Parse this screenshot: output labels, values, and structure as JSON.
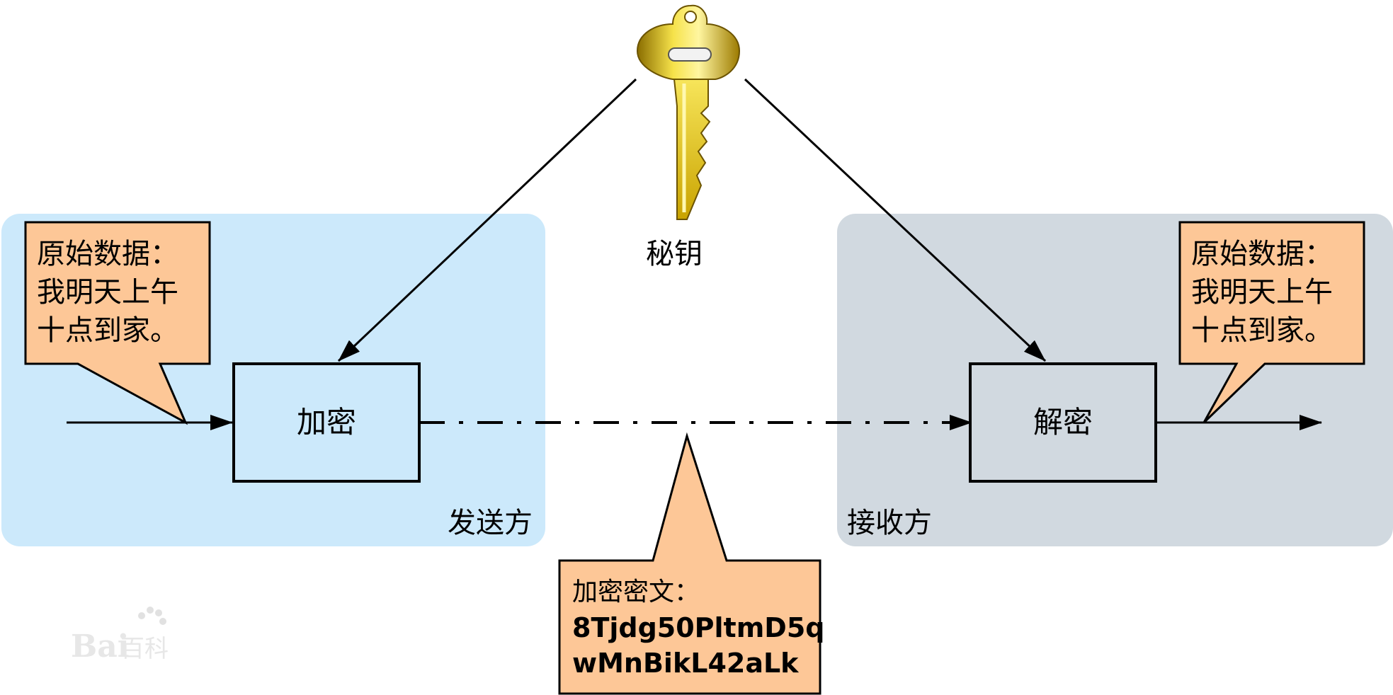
{
  "key": {
    "label": "秘钥",
    "icon": "key-icon"
  },
  "sender": {
    "area_label": "发送方",
    "color": "#cce9fb",
    "process_label": "加密",
    "plaintext_callout": [
      "原始数据：",
      "我明天上午",
      "十点到家。"
    ]
  },
  "receiver": {
    "area_label": "接收方",
    "color": "#d1d9e0",
    "process_label": "解密",
    "plaintext_callout": [
      "原始数据：",
      "我明天上午",
      "十点到家。"
    ]
  },
  "ciphertext_callout": {
    "title": "加密密文：",
    "lines": [
      "8Tjdg50PltmD5q",
      "wMnBikL42aLk"
    ]
  },
  "callout_color": "#fdc797",
  "watermark": "Bai百科"
}
